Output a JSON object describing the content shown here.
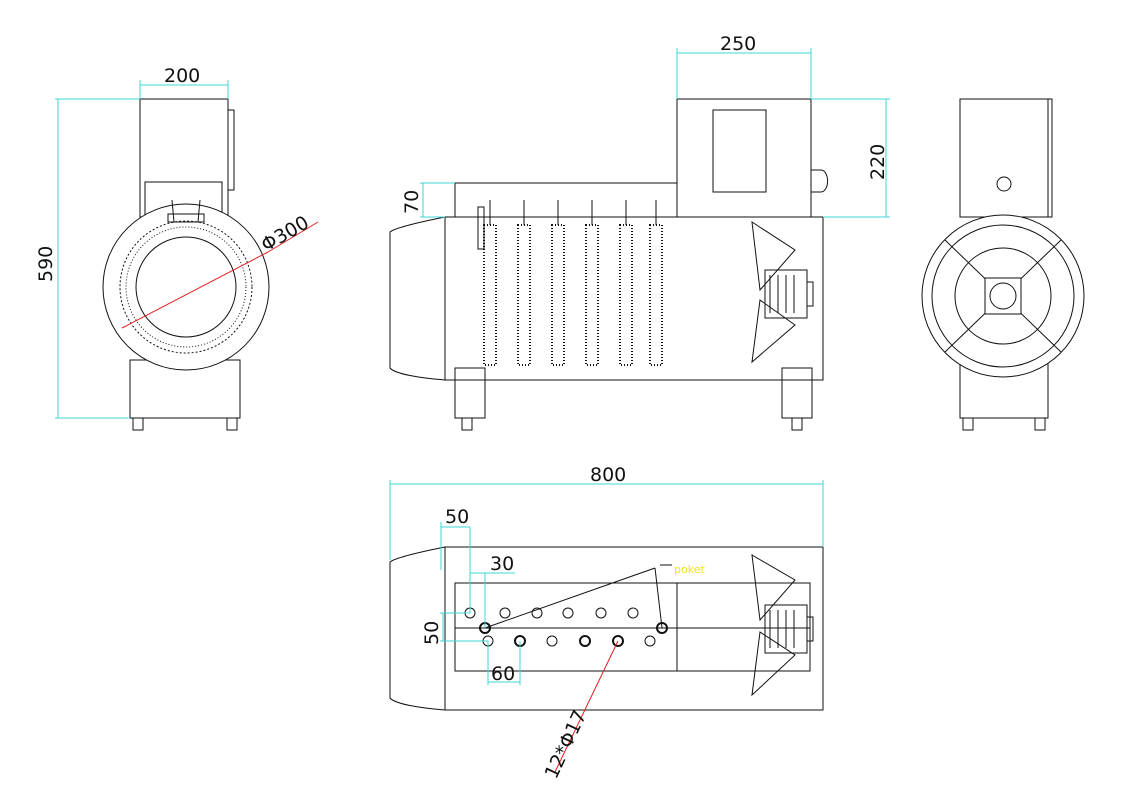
{
  "dimensions": {
    "side_width": "200",
    "height": "590",
    "coil_diameter": "Φ300",
    "box_width": "250",
    "box_height": "220",
    "step": "70",
    "length": "800",
    "offset_50_top": "50",
    "offset_30": "30",
    "offset_50_side": "50",
    "spacing_60": "60",
    "holes": "12*Φ17"
  },
  "annotation": {
    "poket": "poket"
  }
}
